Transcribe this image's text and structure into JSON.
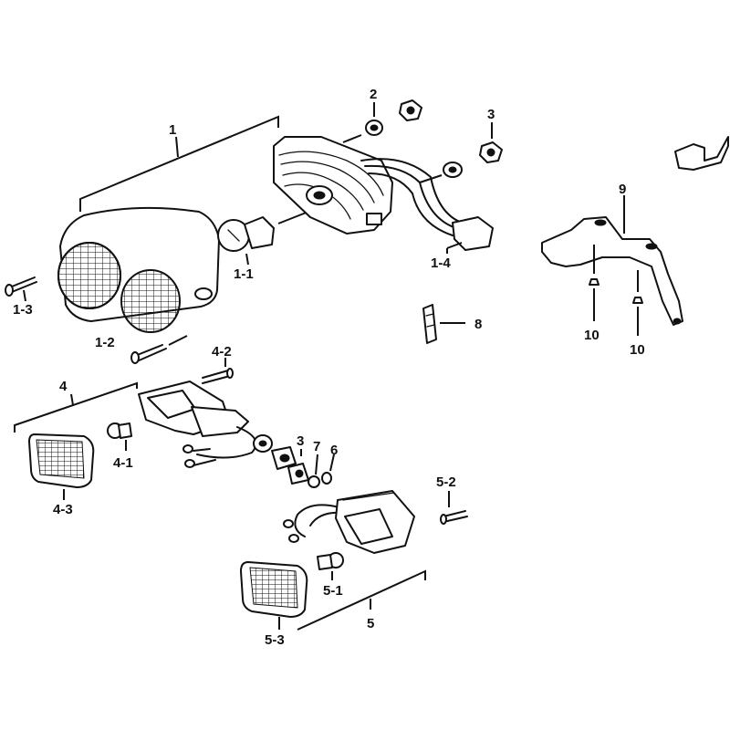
{
  "diagram": {
    "labels": {
      "p1": "1",
      "p1_1": "1-1",
      "p1_2": "1-2",
      "p1_3": "1-3",
      "p1_4": "1-4",
      "p2": "2",
      "p3a": "3",
      "p3b": "3",
      "p4": "4",
      "p4_1": "4-1",
      "p4_2": "4-2",
      "p4_3": "4-3",
      "p5": "5",
      "p5_1": "5-1",
      "p5_2": "5-2",
      "p5_3": "5-3",
      "p6": "6",
      "p7": "7",
      "p8": "8",
      "p9": "9",
      "p10a": "10",
      "p10b": "10"
    }
  }
}
